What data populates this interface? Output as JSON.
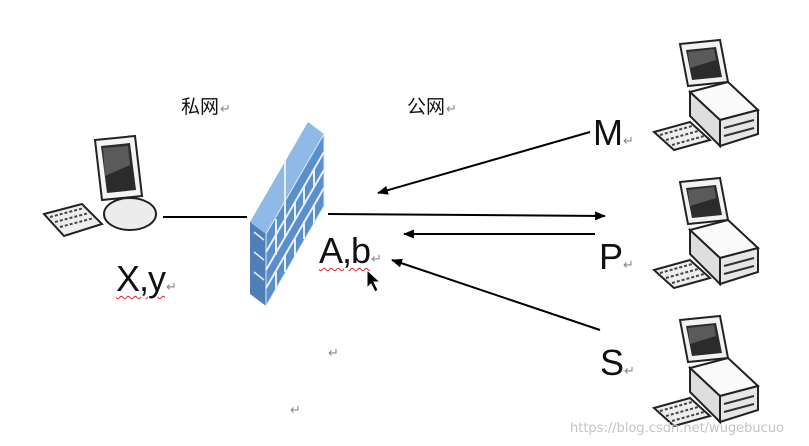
{
  "labels": {
    "private_net": "私网",
    "public_net": "公网",
    "host_m": "M",
    "host_p": "P",
    "host_s": "S",
    "inside_addr": "X,y",
    "outside_addr": "A,b"
  },
  "return_mark": "↵",
  "watermark": "https://blog.csdn.net/wugebucuo",
  "colors": {
    "brick": "#5b8fcb",
    "brick_top": "#8fb9e6",
    "line": "#000000"
  },
  "icons": [
    "desktop-computer-icon",
    "firewall-icon"
  ]
}
